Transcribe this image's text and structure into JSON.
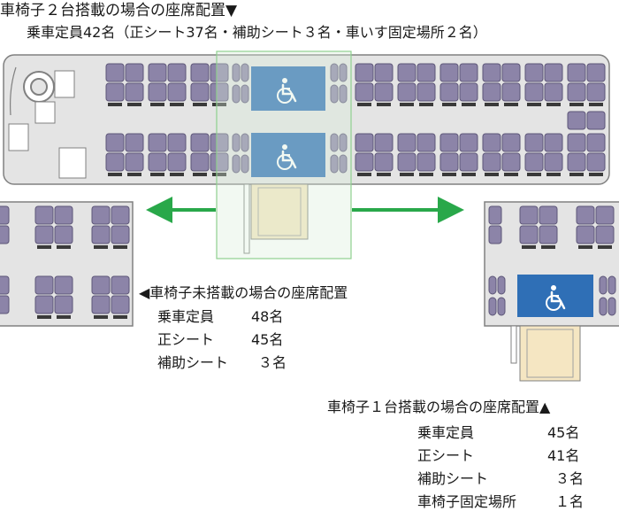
{
  "top": {
    "title": "車椅子２台搭載の場合の座席配置▼",
    "subtitle": "乗車定員42名（正シート37名・補助シート３名・車いす固定場所２名）"
  },
  "no_wheelchair": {
    "heading": "◀車椅子未搭載の場合の座席配置",
    "rows": [
      {
        "label": "乗車定員",
        "value": "48名"
      },
      {
        "label": "正シート",
        "value": "45名"
      },
      {
        "label": "補助シート",
        "value": "３名"
      }
    ]
  },
  "one_wheelchair": {
    "heading": "車椅子１台搭載の場合の座席配置▲",
    "rows": [
      {
        "label": "乗車定員",
        "value": "45名"
      },
      {
        "label": "正シート",
        "value": "41名"
      },
      {
        "label": "補助シート",
        "value": "３名"
      },
      {
        "label": "車椅子固定場所",
        "value": "１名"
      }
    ]
  },
  "colors": {
    "seat": "#8c84a8",
    "seat_stroke": "#5d5678",
    "floor": "#e4e4e4",
    "wheelchair_space": "#2f6fb6",
    "arrow": "#29a84a",
    "highlight": "#8fd08f",
    "ramp": "#f5e6c2"
  },
  "icons": [
    "wheelchair-icon",
    "arrow-left-icon",
    "arrow-right-icon"
  ]
}
